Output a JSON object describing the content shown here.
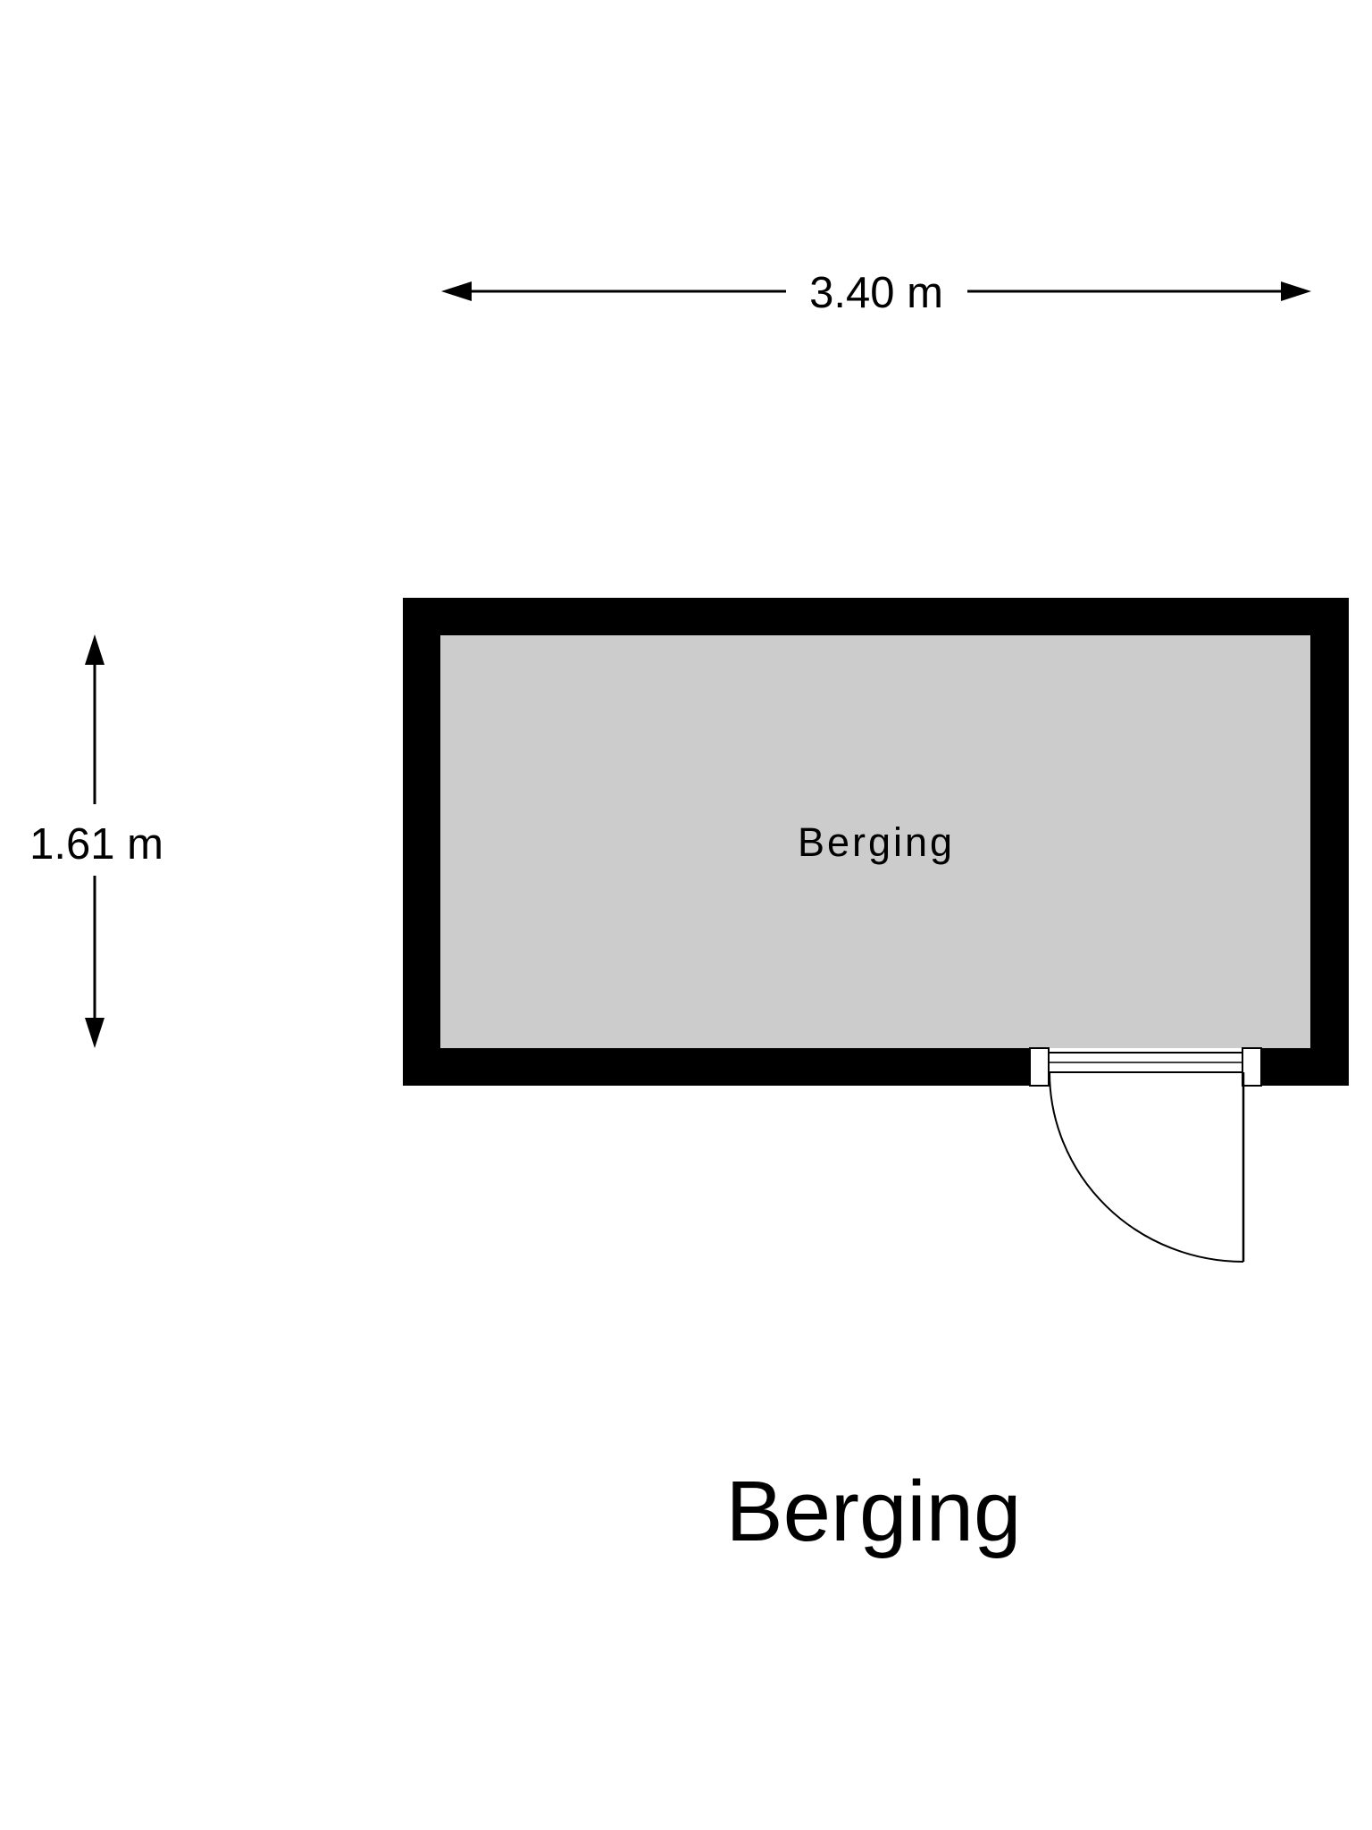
{
  "plan": {
    "title": "Berging",
    "room": {
      "label": "Berging"
    },
    "dimensions": {
      "width": "3.40 m",
      "height": "1.61 m"
    },
    "colors": {
      "wall": "#000000",
      "floor": "#cccccc",
      "background": "#ffffff"
    }
  }
}
